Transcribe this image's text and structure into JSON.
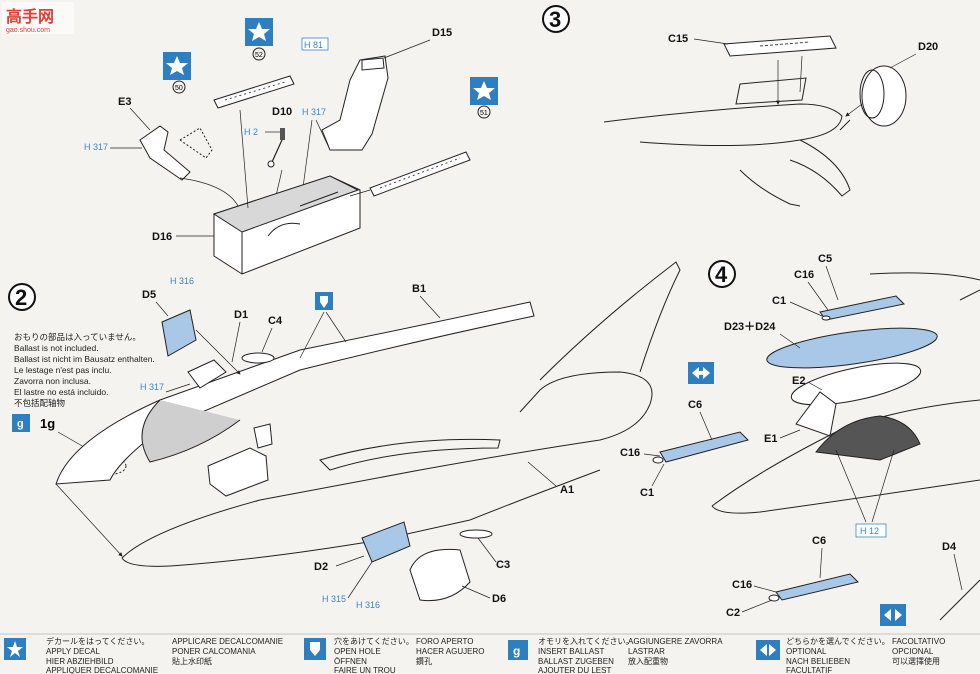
{
  "watermark": {
    "top": "高手网",
    "url": "gao.shou.com"
  },
  "steps": {
    "s2": "2",
    "s3": "3",
    "s4": "4"
  },
  "decal_numbers": {
    "d50": "50",
    "d52": "52",
    "d51": "51"
  },
  "parts": {
    "E3": "E3",
    "D15": "D15",
    "D10": "D10",
    "D16": "D16",
    "C15": "C15",
    "D20": "D20",
    "D5": "D5",
    "D1": "D1",
    "C4": "C4",
    "B1": "B1",
    "A1": "A1",
    "C3": "C3",
    "D2": "D2",
    "D6": "D6",
    "C5": "C5",
    "C16a": "C16",
    "C1a": "C1",
    "D23D24": "D23＋D24",
    "E2": "E2",
    "E1": "E1",
    "C6a": "C6",
    "C16b": "C16",
    "C1b": "C1",
    "C6b": "C6",
    "C16c": "C16",
    "C2": "C2",
    "D4": "D4"
  },
  "hcodes": {
    "h81": "H 81",
    "h317a": "H 317",
    "h2": "H 2",
    "h317b": "H 317",
    "h316a": "H 316",
    "h317c": "H 317",
    "h315": "H 315",
    "h316b": "H 316",
    "h12": "H 12"
  },
  "ballast": {
    "amount": "1g",
    "notes": [
      "おもりの部品は入っていません。",
      "Ballast is not included.",
      "Ballast ist nicht im Bausatz enthalten.",
      "Le lestage n'est pas inclu.",
      "Zavorra non inclusa.",
      "El lastre no está incluido.",
      "不包括配轴物"
    ]
  },
  "legend": {
    "decal": {
      "col1": [
        "デカールをはってください。",
        "APPLY DECAL",
        "HIER ABZIEHBILD",
        "APPLIQUER DECALCOMANIE"
      ],
      "col2": [
        "APPLICARE DECALCOMANIE",
        "PONER CALCOMANIA",
        "貼上水印紙"
      ]
    },
    "hole": {
      "col1": [
        "穴をあけてください。",
        "OPEN HOLE",
        "ÖFFNEN",
        "FAIRE UN TROU"
      ],
      "col2": [
        "FORO APERTO",
        "HACER AGUJERO",
        "鑽孔"
      ]
    },
    "ballast": {
      "col1": [
        "オモリを入れてください。",
        "INSERT BALLAST",
        "BALLAST ZUGEBEN",
        "AJOUTER DU LEST"
      ],
      "col2": [
        "AGGIUNGERE ZAVORRA",
        "LASTRAR",
        "放入配重物"
      ]
    },
    "optional": {
      "col1": [
        "どちらかを選んでください。",
        "OPTIONAL",
        "NACH BELIEBEN",
        "FACULTATIF"
      ],
      "col2": [
        "FACOLTATIVO",
        "OPCIONAL",
        "可以選擇使用"
      ]
    }
  },
  "colors": {
    "part_blue": "#a9c7e6",
    "paint_code": "#3a88c4",
    "icon_blue": "#2f7fc0"
  }
}
